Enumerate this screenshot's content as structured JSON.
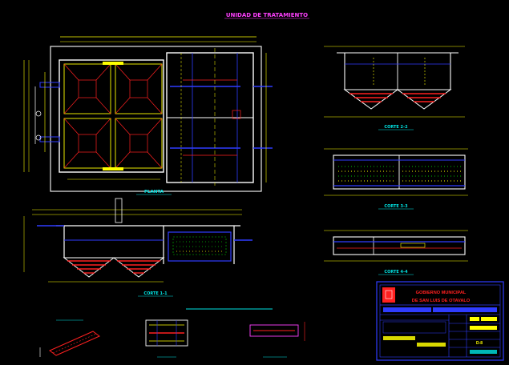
{
  "drawing": {
    "main_title": "UNIDAD DE TRATAMIENTO",
    "plan_label": "PLANTA",
    "section_labels": [
      "CORTE 1-1",
      "CORTE 2-2",
      "CORTE 3-3",
      "CORTE 4-4"
    ],
    "title_block": {
      "line1": "GOBIERNO MUNICIPAL",
      "line2": "DE SAN LUIS DE OTAVALO",
      "sheet": "D-8"
    }
  },
  "colors": {
    "background": "#000000",
    "walls": "#ffffff",
    "dimensions": "#ffff00",
    "blue_lines": "#2f3cff",
    "red_hatch": "#ff2020",
    "cyan_lines": "#00e5e5",
    "green_fill": "#00c800",
    "title_magenta": "#ff40ff",
    "title_block_red": "#ff2020"
  }
}
